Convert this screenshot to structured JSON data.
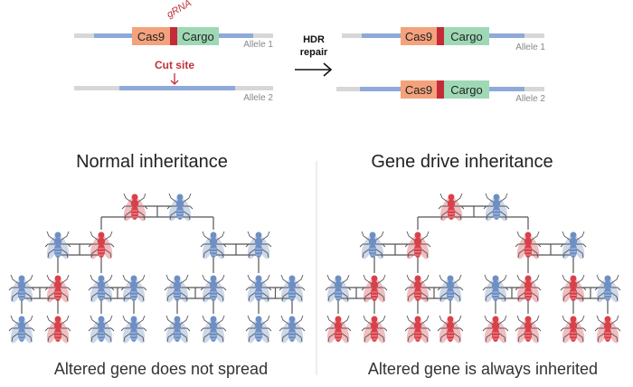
{
  "top": {
    "gene_labels": {
      "cas9": "Cas9",
      "cargo": "Cargo",
      "grna": "gRNA"
    },
    "cut_site": "Cut site",
    "hdr_line1": "HDR",
    "hdr_line2": "repair",
    "allele1": "Allele 1",
    "allele2": "Allele 2"
  },
  "left": {
    "title": "Normal inheritance",
    "caption": "Altered gene does not spread"
  },
  "right": {
    "title": "Gene drive inheritance",
    "caption": "Altered gene is always inherited"
  },
  "colors": {
    "wild_fly": "#6e8fc4",
    "altered_fly": "#d9414a",
    "altered_fly_light": "#ee8f95",
    "cas9_box": "#f4a27c",
    "cargo_box": "#9fd8b5",
    "grna_box": "#c42b36",
    "chrom_gray": "#d7d7d7",
    "chrom_blue": "#8fa9d8",
    "accent_red": "#c0303a"
  },
  "tree_flies": {
    "left": {
      "parents": [
        "altered",
        "wild"
      ],
      "gen2": [
        "wild",
        "altered",
        "wild",
        "wild"
      ],
      "gen3": [
        "wild",
        "altered",
        "wild",
        "wild",
        "wild",
        "wild",
        "wild",
        "wild"
      ],
      "gen4": [
        "wild",
        "altered",
        "wild",
        "wild",
        "wild",
        "wild",
        "wild",
        "wild"
      ]
    },
    "right": {
      "parents": [
        "altered",
        "wild"
      ],
      "gen2": [
        "wild",
        "altered",
        "altered",
        "wild"
      ],
      "gen3": [
        "wild",
        "altered",
        "altered",
        "wild",
        "wild",
        "altered",
        "altered",
        "wild"
      ],
      "gen4": [
        "altered",
        "altered",
        "altered",
        "altered",
        "altered",
        "altered",
        "altered",
        "altered"
      ]
    }
  }
}
